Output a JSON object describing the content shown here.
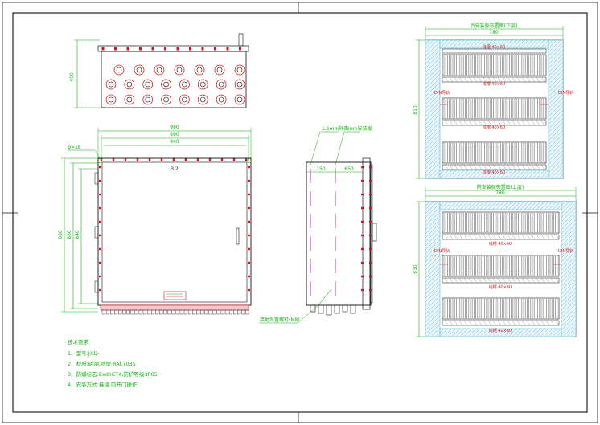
{
  "colors": {
    "outline": "#111111",
    "dimension": "#11b011",
    "accent_red": "#d0181c",
    "hatch": "#5fb9d6",
    "grey": "#808080",
    "purple": "#b23fb2"
  },
  "top_view": {
    "height_dim": "400",
    "gland_rows": [
      7,
      8,
      8
    ]
  },
  "front_view": {
    "overall_width": "980",
    "mid_width": "880",
    "inner_width": "840",
    "corner_label": "φ≈18",
    "height_outer": "980",
    "height_mid": "880",
    "height_inner": "840",
    "marking": "3 2",
    "bottom_gland_count": 36
  },
  "side_view": {
    "callout_1": "1.5mm外壳",
    "callout_2": "3mm安装板",
    "dim_left": "150",
    "dim_right": "650",
    "bottom_callout": "接地外置螺钉(M8)"
  },
  "rear_panel": {
    "title": "后安装板布置图(下层)",
    "width_dim": "780",
    "height_dim": "810",
    "side_tag_left": "DIN导轨",
    "side_tag_right": "DIN导轨",
    "rows": [
      {
        "top": "线槽 40×60",
        "bottom": "线槽 40×60"
      },
      {
        "top": "",
        "bottom": "线槽 40×60"
      },
      {
        "top": "",
        "bottom": "线槽 40×60"
      }
    ]
  },
  "front_panel": {
    "title": "前安装板布置图(上层)",
    "width_dim": "780",
    "height_dim": "810",
    "side_tag_left": "DIN导轨",
    "side_tag_right": "DIN导轨",
    "rows": [
      {
        "bottom": "线槽 40×60"
      },
      {
        "bottom": "线槽 40×60"
      },
      {
        "bottom": "线槽 40×60"
      }
    ]
  },
  "notes": {
    "title": "技术要求",
    "items": [
      "1、型号:JXD-",
      "2、材质:碳钢,喷塑:RAL7035",
      "3、防爆标志:ExdIICT4,防护等级:IP65",
      "4、安装方式:挂墙,前开门操作"
    ]
  }
}
